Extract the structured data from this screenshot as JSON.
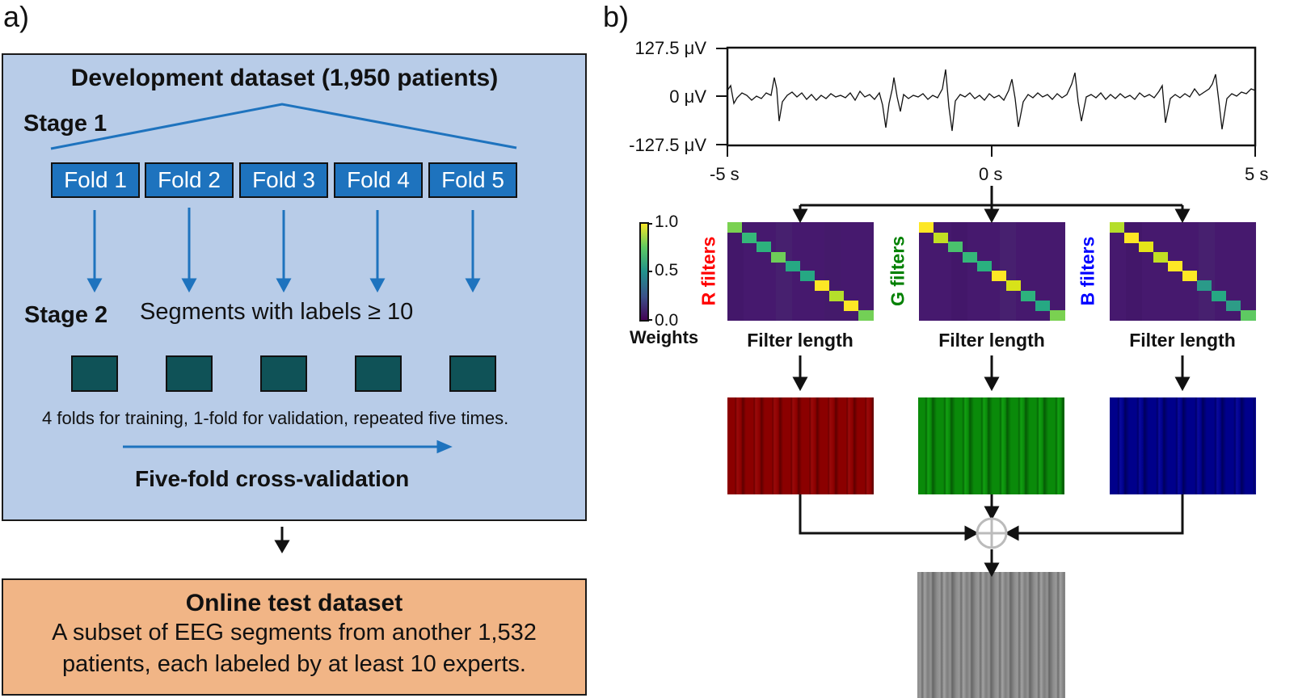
{
  "panel_a": {
    "label": "a)",
    "dev_title": "Development dataset (1,950 patients)",
    "stage1": "Stage 1",
    "folds": [
      "Fold 1",
      "Fold 2",
      "Fold 3",
      "Fold 4",
      "Fold 5"
    ],
    "stage2": "Stage 2",
    "segments_text": "Segments with labels ≥ 10",
    "folds_caption": "4 folds for training, 1-fold for validation, repeated five times.",
    "cv_label": "Five-fold cross-validation",
    "test_title": "Online test dataset",
    "test_line1": "A subset of EEG segments from another 1,532",
    "test_line2": "patients, each labeled by at least 10 experts.",
    "colors": {
      "dev_bg": "#b8cce8",
      "fold_bg": "#1e73be",
      "seg_bg": "#0f5257",
      "test_bg": "#f1b586",
      "arrow_blue": "#1e73be"
    }
  },
  "panel_b": {
    "label": "b)",
    "y_ticks": [
      "127.5 μV",
      "0 μV",
      "-127.5 μV"
    ],
    "x_ticks": [
      "-5 s",
      "0 s",
      "5 s"
    ],
    "colorbar_ticks": [
      "1.0",
      "0.5",
      "0.0"
    ],
    "colorbar_label": "Weights",
    "filters": [
      {
        "name": "R filters",
        "color": "#ff0000"
      },
      {
        "name": "G filters",
        "color": "#008000"
      },
      {
        "name": "B filters",
        "color": "#0000ff"
      }
    ],
    "filter_length": "Filter length",
    "colors": {
      "red_map": "#8b0000",
      "green_map": "#0a8a0a",
      "blue_map": "#00008b",
      "gray_map": "#8c8c8c",
      "sum_circle": "#bbbbbb"
    }
  }
}
